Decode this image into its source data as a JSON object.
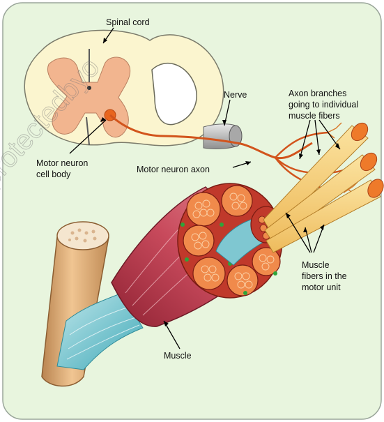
{
  "diagram": {
    "labels": {
      "spinal_cord": "Spinal cord",
      "nerve": "Nerve",
      "axon_branches_line1": "Axon branches",
      "axon_branches_line2": "going to individual",
      "axon_branches_line3": "muscle fibers",
      "motor_neuron_axon": "Motor neuron axon",
      "cell_body_line1": "Motor neuron",
      "cell_body_line2": "cell body",
      "muscle_fibers_line1": "Muscle",
      "muscle_fibers_line2": "fibers in the",
      "muscle_fibers_line3": "motor unit",
      "muscle": "Muscle"
    },
    "watermark": "protectedbyo"
  },
  "colors": {
    "background_panel": "#e8f5de",
    "spinal_white_matter": "#fbf5cf",
    "gray_matter": "#f2b58f",
    "axon": "#d2541c",
    "fiber_end": "#ee7a2a",
    "muscle_red": "#b8364a",
    "tendon": "#6fc3cf",
    "bone": "#d9aa72",
    "label_line": "#000000"
  }
}
